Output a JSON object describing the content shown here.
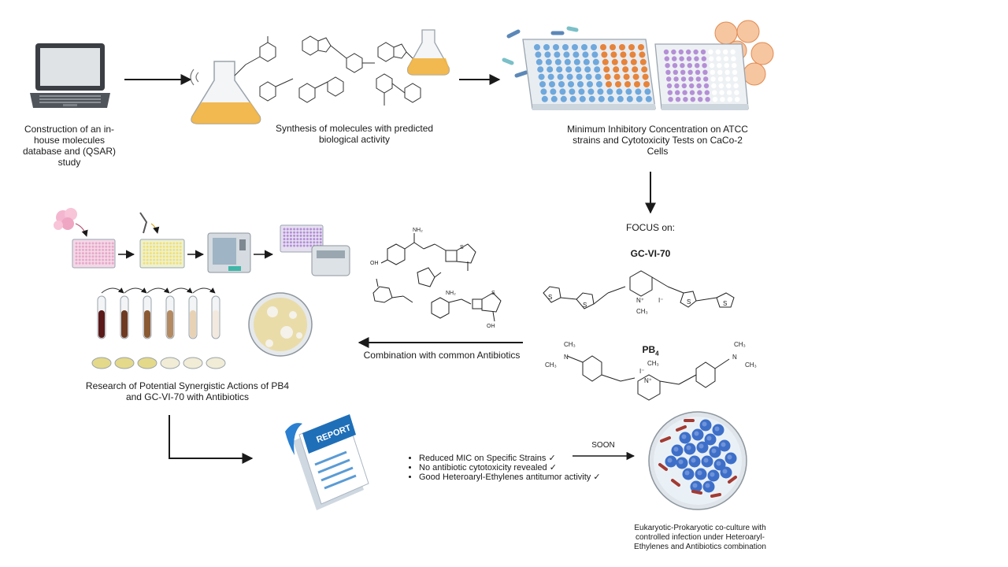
{
  "steps": {
    "database": "Construction of an in-house molecules database and (QSAR) study",
    "synthesis": "Synthesis of molecules with predicted biological activity",
    "mic": "Minimum Inhibitory Concentration on ATCC strains and Cytotoxicity Tests on CaCo-2 Cells",
    "focus": "FOCUS on:",
    "compound1": "GC-VI-70",
    "compound2_base": "PB",
    "compound2_sub": "4",
    "combination": "Combination with common Antibiotics",
    "research": "Research of Potential Synergistic Actions of PB4 and GC-VI-70 with Antibiotics",
    "soon": "SOON",
    "coculture": "Eukaryotic-Prokaryotic co-culture with controlled infection under Heteroaryl-Ethylenes and Antibiotics combination"
  },
  "report_label": "REPORT",
  "results": [
    "Reduced MIC on Specific Strains ✓",
    "No antibiotic cytotoxicity revealed ✓",
    "Good Heteroaryl-Ethylenes antitumor activity ✓"
  ],
  "chem_labels": {
    "nh2": "NH₂",
    "oh": "OH",
    "iodide": "I⁻",
    "ch3": "CH₃",
    "n_plus": "N⁺",
    "s": "S"
  },
  "colors": {
    "arrow": "#1a1a1a",
    "flask_liquid": "#f2b33d",
    "plate_blue": "#6fa8dc",
    "plate_orange": "#e6843b",
    "plate_purple": "#b48fd6",
    "report_blue": "#1f6fb8",
    "cell_blue": "#3d6fc9",
    "bacteria_red": "#a33a32",
    "tissue_peach": "#f6c6a0"
  }
}
